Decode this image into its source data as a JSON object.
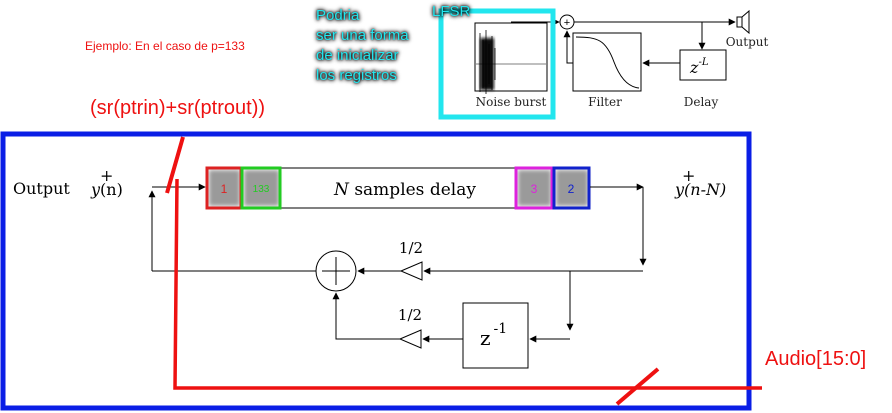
{
  "annotations": {
    "example": "Ejemplo: En el caso de p=133",
    "formula": "(sr(ptrin)+sr(ptrout))",
    "audio_bus": "Audio[15:0]",
    "note_lines": [
      "Podria",
      "ser una forma",
      "de inicializar",
      "los registros"
    ],
    "lfsr": "LFSR"
  },
  "inset": {
    "noise_burst": "Noise burst",
    "filter": "Filter",
    "delay": "Delay",
    "output": "Output",
    "delay_symbol": "z",
    "delay_exponent": "-L",
    "sum_symbol": "+"
  },
  "main": {
    "output_label": "Output",
    "y_symbol": "y",
    "y_sup": "+",
    "y_arg": "(n)",
    "y_delayed_arg": "(n-N)",
    "delay_line_var": "N",
    "delay_line_rest": " samples delay",
    "reg_in": "1",
    "reg_in_next": "133",
    "reg_out_prev": "3",
    "reg_out": "2",
    "gain_top": "1/2",
    "gain_bottom": "1/2",
    "unit_delay": "z",
    "unit_delay_exp": "-1",
    "sum_symbol": "+"
  },
  "colors": {
    "annotation_red": "#ee1111",
    "frame_blue": "#0a1ee6",
    "lfsr_cyan": "#22e6ee",
    "reg_red": "#dd2222",
    "reg_green": "#22cc22",
    "reg_magenta": "#dd22dd",
    "reg_blue": "#1122cc"
  }
}
